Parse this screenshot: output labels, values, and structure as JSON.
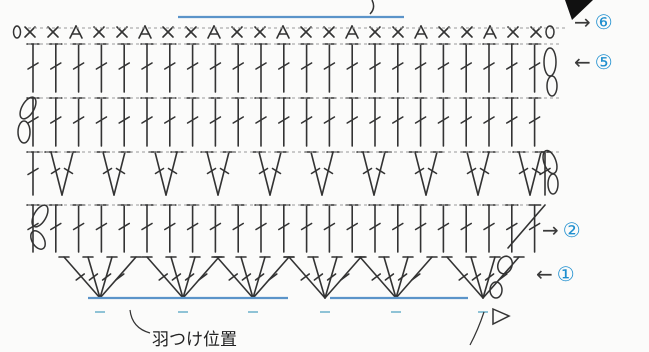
{
  "caption": "羽つけ位置",
  "row_labels": [
    {
      "arrow": "→",
      "num": "⑥"
    },
    {
      "arrow": "←",
      "num": "⑤"
    },
    {
      "arrow": "→",
      "num": "②"
    },
    {
      "arrow": "←",
      "num": "①"
    }
  ],
  "colors": {
    "ink": "#333333",
    "blue": "#5b94c9",
    "accent": "#1f8fcf",
    "dash": "#9a9a9a"
  }
}
